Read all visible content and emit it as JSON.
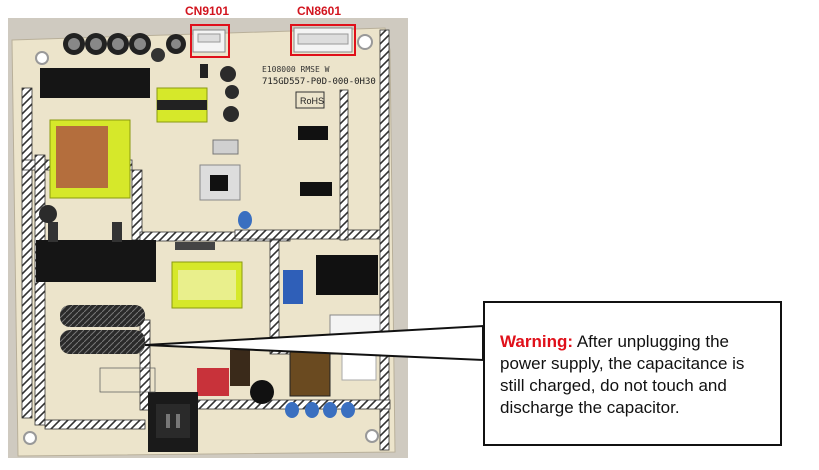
{
  "labels": {
    "cn9101": "CN9101",
    "cn8601": "CN8601"
  },
  "board": {
    "part_number": "715GD557-P0D-000-0H30",
    "rohs": "RoHS"
  },
  "callout": {
    "warning_label": "Warning:",
    "message": " After unplugging the power supply, the capacitance is still charged, do not touch and discharge the capacitor."
  },
  "colors": {
    "label_red": "#d2141e",
    "box_red": "#e0101a",
    "pcb": "#e8e0c8"
  }
}
